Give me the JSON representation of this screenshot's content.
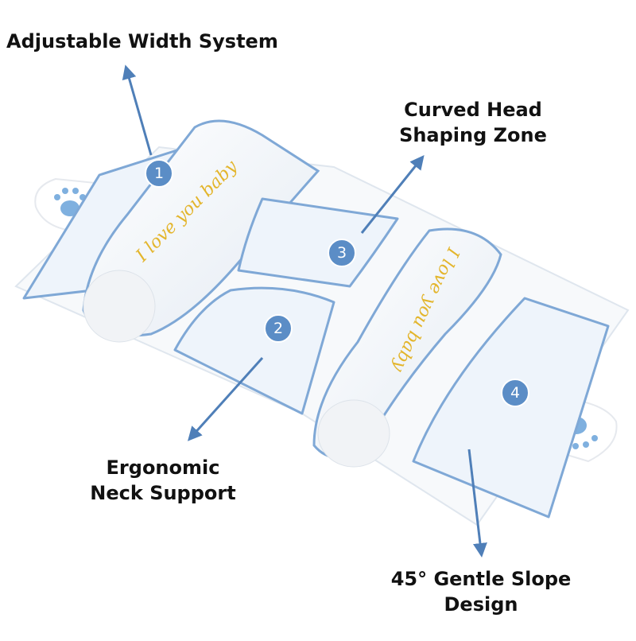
{
  "labels": {
    "adjustable_width": "Adjustable Width System",
    "curved_head_line1": "Curved Head",
    "curved_head_line2": "Shaping Zone",
    "neck_support_line1": "Ergonomic",
    "neck_support_line2": "Neck Support",
    "slope_line1": "45° Gentle Slope",
    "slope_line2": "Design"
  },
  "markers": [
    "1",
    "2",
    "3",
    "4"
  ],
  "embroidery": "I love you baby",
  "colors": {
    "marker": "#5b8dc6",
    "outline": "#7fa8d6",
    "arrow": "#4f7fb8",
    "embroidery": "#e3b52c",
    "paw": "#7fb0df"
  }
}
